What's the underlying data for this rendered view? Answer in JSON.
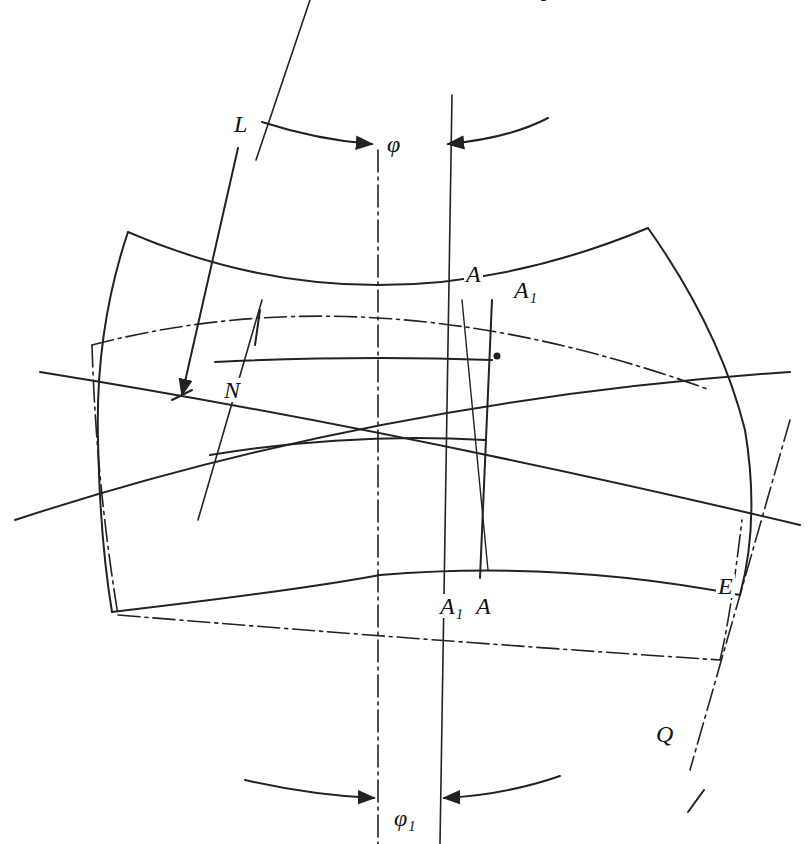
{
  "diagram": {
    "labels": [
      "φ",
      "L",
      "A",
      "A₁",
      "N",
      "E",
      "A₁",
      "A",
      "Q",
      "φ₁"
    ]
  }
}
